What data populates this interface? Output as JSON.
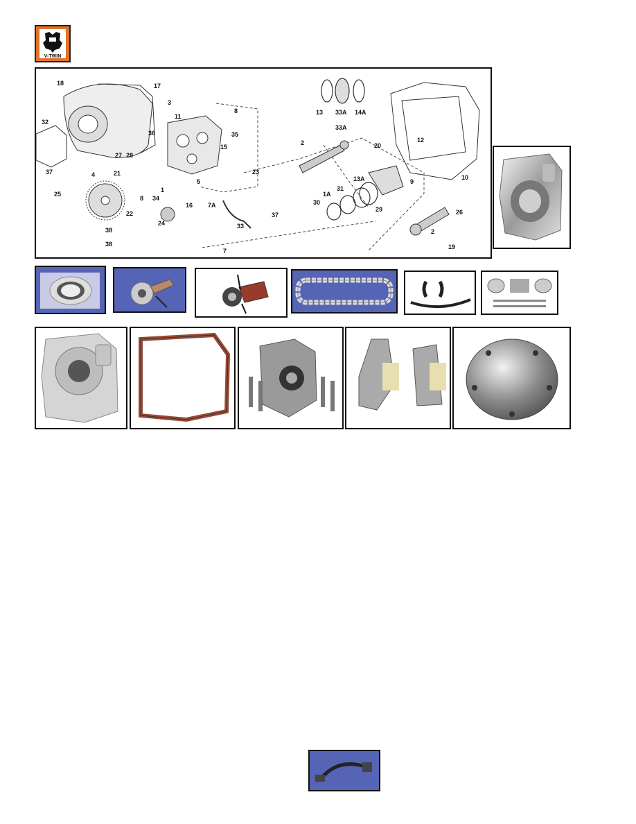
{
  "brand": {
    "logo_text": "V-TWIN"
  },
  "diagram": {
    "callouts": [
      "18",
      "17",
      "3",
      "11",
      "8",
      "35",
      "36",
      "15",
      "32",
      "37",
      "27",
      "28",
      "4",
      "21",
      "5",
      "1",
      "34",
      "8",
      "25",
      "22",
      "16",
      "24",
      "38",
      "38",
      "23",
      "7A",
      "37",
      "33",
      "7",
      "13",
      "33A",
      "14A",
      "33A",
      "2",
      "20",
      "12",
      "13A",
      "9",
      "10",
      "1A",
      "31",
      "30",
      "29",
      "26",
      "2",
      "19"
    ]
  },
  "photos": [
    "roller-bearing-photo",
    "chain-tensioner-photo",
    "tensioner-shoe-photo",
    "cam-chain-photo",
    "chain-guide-shoes-photo",
    "needle-bearing-kit-photo",
    "cam-cover-raw-photo",
    "cam-cover-gasket-photo",
    "oil-pump-photo",
    "hydraulic-tensioner-pair-photo",
    "chrome-point-cover-photo",
    "chrome-cam-cover-photo",
    "wire-harness-photo"
  ]
}
